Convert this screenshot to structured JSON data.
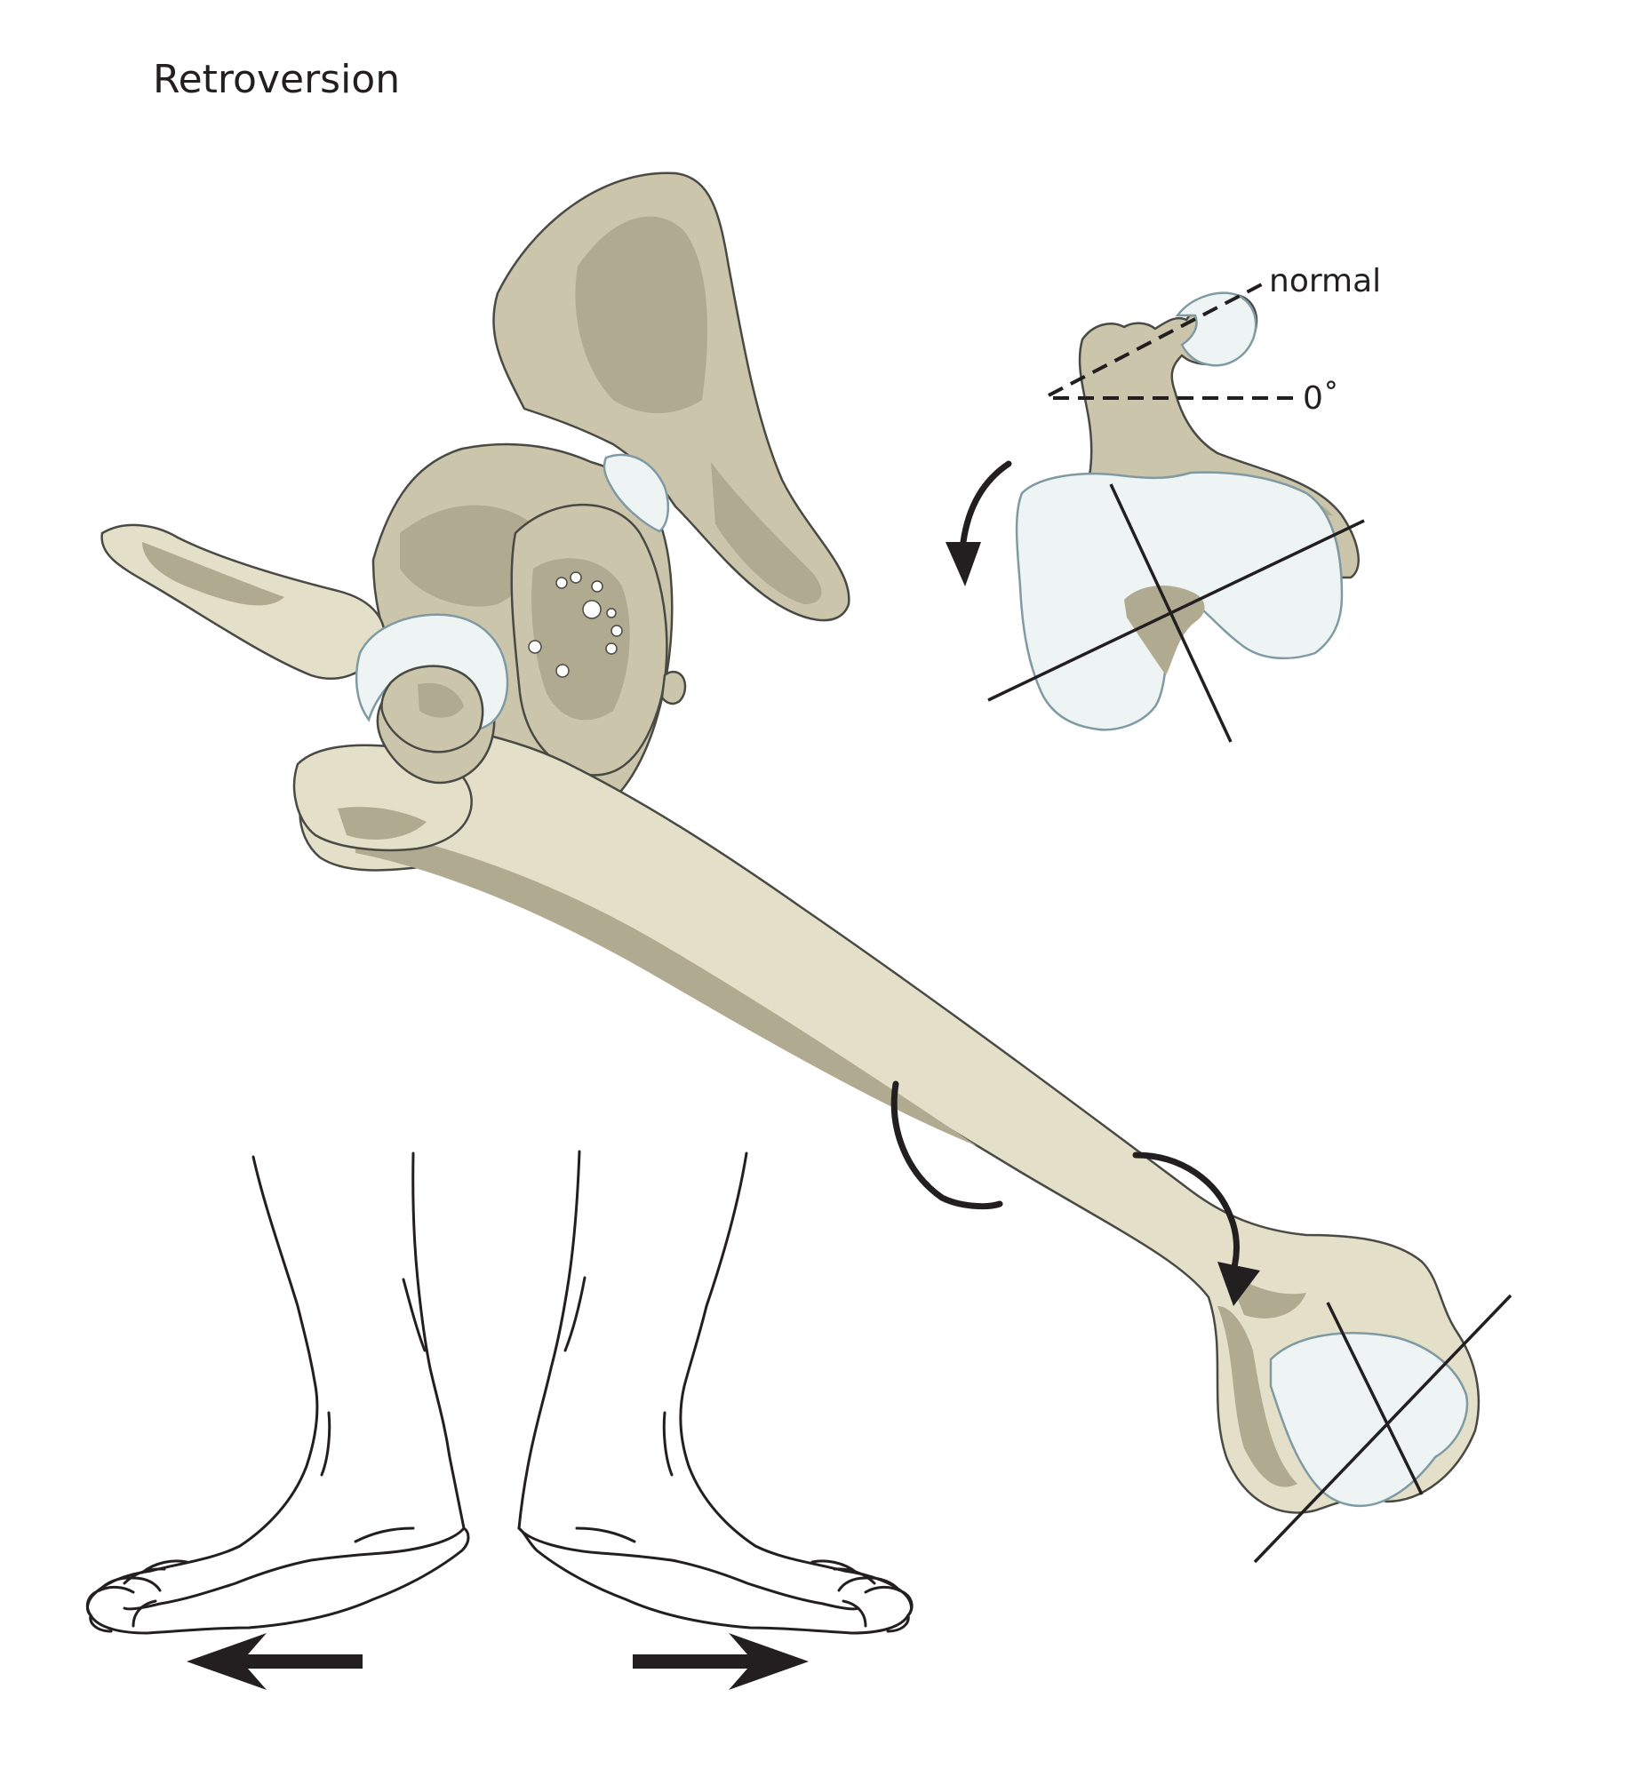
{
  "title": "Retroversion",
  "labels": {
    "normal": "normal",
    "zero_degree": "0˚"
  },
  "colors": {
    "bone": "#cbc5ab",
    "bone_light": "#e3dfc8",
    "bone_shadow": "#b0aa91",
    "cartilage": "#eef4f4",
    "cartilage_outline": "#7f9aa3",
    "ink": "#231f20"
  }
}
